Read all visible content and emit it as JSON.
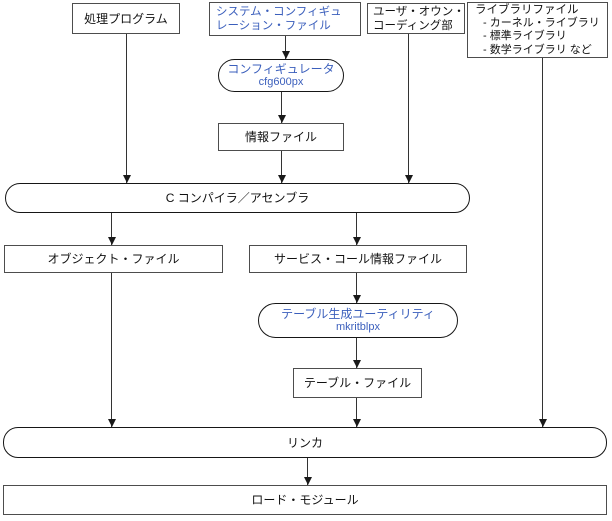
{
  "colors": {
    "accent_blue": "#3B5FBC"
  },
  "diagram": {
    "nodes": {
      "processing_program": {
        "label": "処理プログラム"
      },
      "system_config_file": {
        "line1": "システム・コンフィギュ",
        "line2": "レーション・ファイル"
      },
      "user_own_coding": {
        "line1": "ユーザ・オウン・",
        "line2": "コーディング部"
      },
      "library_file": {
        "title": "ライブラリファイル",
        "items": [
          "- カーネル・ライブラリ",
          "- 標準ライブラリ",
          "- 数学ライブラリ など"
        ]
      },
      "configurator": {
        "label": "コンフィギュレータ",
        "sublabel": "cfg600px"
      },
      "info_file": {
        "label": "情報ファイル"
      },
      "c_compiler_assembler": {
        "label": "C コンパイラ／アセンブラ"
      },
      "object_file": {
        "label": "オブジェクト・ファイル"
      },
      "service_call_info_file": {
        "label": "サービス・コール情報ファイル"
      },
      "table_gen_utility": {
        "label": "テーブル生成ユーティリティ",
        "sublabel": "mkritblpx"
      },
      "table_file": {
        "label": "テーブル・ファイル"
      },
      "linker": {
        "label": "リンカ"
      },
      "load_module": {
        "label": "ロード・モジュール"
      }
    }
  }
}
